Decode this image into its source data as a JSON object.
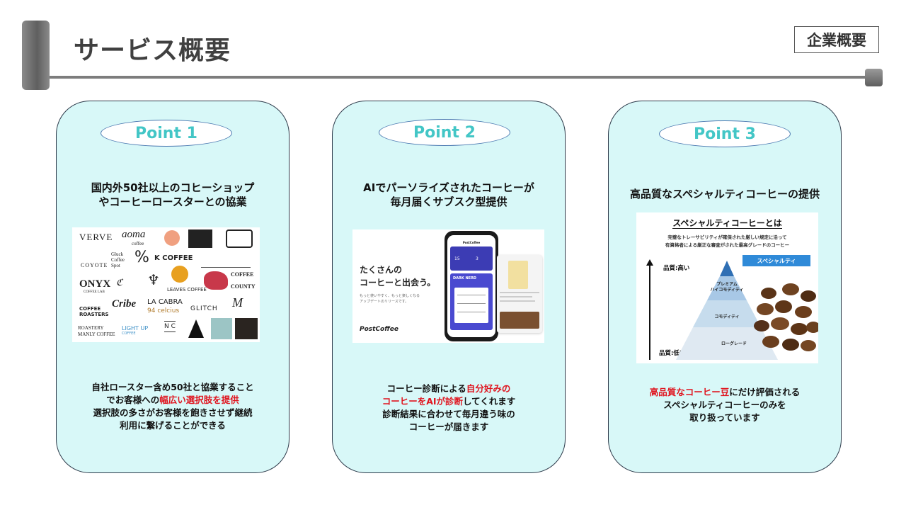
{
  "header": {
    "title": "サービス概要",
    "corporate_button": "企業概要"
  },
  "colors": {
    "card_bg": "#d8f8f8",
    "point_label": "#43c6c6",
    "highlight_red": "#e0141e"
  },
  "points": [
    {
      "label": "Point 1",
      "title_line1": "国内外50社以上のコヒーショップ",
      "title_line2": "やコーヒーロースターとの協業",
      "body": {
        "l1": "自社ロースター含め50社と協業すること",
        "l2a": "でお客様への",
        "l2b": "幅広い選択肢を提供",
        "l3": "選択肢の多さがお客様を飽きさせず継続",
        "l4": "利用に繋げることができる"
      },
      "logos": {
        "verve": "VERVE",
        "aoma": "aoma",
        "aoma_sub": "coffee",
        "coyote": "COYOTE",
        "gluck": "Gluck",
        "gluck2": "Coffee",
        "gluck3": "Spot",
        "kcoffee": "K COFFEE",
        "onyx": "ONYX",
        "onyx_sub": "COFFEE LAB",
        "leaves": "LEAVES COFFEE",
        "coffee_county1": "COFFEE",
        "coffee_county2": "COUNTY",
        "coffee_roasters1": "COFFEE",
        "coffee_roasters2": "ROASTERS",
        "cribe": "Cribe",
        "lacabra": "LA CABRA",
        "celcius": "94 celcius",
        "glitch": "GLITCH",
        "roastery1": "ROASTERY",
        "roastery2": "MANLY COFFEE",
        "lightup": "LIGHT UP",
        "lightup_sub": "COFFEE",
        "nc": "N C"
      }
    },
    {
      "label": "Point 2",
      "title_line1": "AIでパーソライズされたコーヒーが",
      "title_line2": "毎月届くサブスク型提供",
      "body": {
        "l1a": "コーヒー診断による",
        "l1b": "自分好みの",
        "l2a": "コーヒーをAIが診断",
        "l2b": "してくれます",
        "l3": "診断結果に合わせて毎月違う味の",
        "l4": "コーヒーが届きます"
      },
      "app": {
        "headline1": "たくさんの",
        "headline2": "コーヒーと出会う。",
        "subcopy1": "もっと使いやすく、もっと楽しくなる",
        "subcopy2": "アップデートのリリースです。",
        "brand": "PostCoffee",
        "phone_brand": "PostCoffee",
        "phone_name": "DARK NERD",
        "phone_stat1": "15",
        "phone_stat2": "3"
      }
    },
    {
      "label": "Point 3",
      "title_line1": "高品質なスペシャルティコーヒーの提供",
      "body": {
        "l1a": "高品質なコーヒー豆",
        "l1b": "にだけ評価される",
        "l2": "スペシャルティコーヒーのみを",
        "l3": "取り扱っています"
      },
      "diagram": {
        "title": "スペシャルティコーヒーとは",
        "desc1": "完璧なトレーサビリティが確保された厳しい規定に沿って",
        "desc2": "有資格者による厳正な審査がされた最高グレードのコーヒー",
        "high": "品質:高い",
        "low": "品質:低い",
        "tier_top": "スペシャルティ",
        "tier_premium1": "プレミアム",
        "tier_premium2": "ハイコモディティ",
        "tier_commodity": "コモディティ",
        "tier_low": "ローグレード"
      }
    }
  ]
}
